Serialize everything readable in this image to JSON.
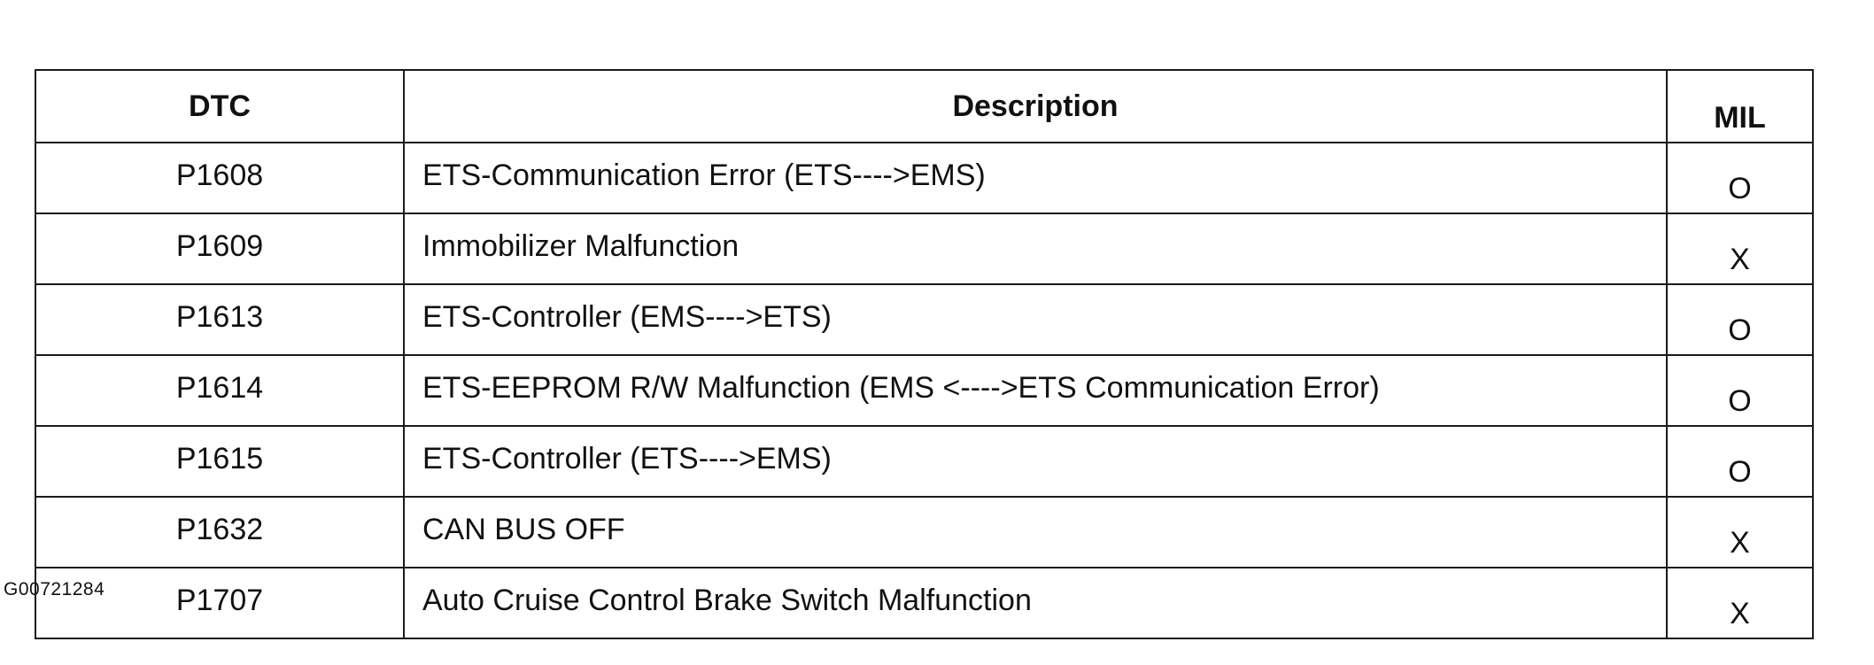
{
  "table": {
    "headers": {
      "dtc": "DTC",
      "description": "Description",
      "mil": "MIL"
    },
    "rows": [
      {
        "dtc": "P1608",
        "description": "ETS-Communication Error (ETS---->EMS)",
        "mil": "O"
      },
      {
        "dtc": "P1609",
        "description": "Immobilizer Malfunction",
        "mil": "X"
      },
      {
        "dtc": "P1613",
        "description": "ETS-Controller (EMS---->ETS)",
        "mil": "O"
      },
      {
        "dtc": "P1614",
        "description": "ETS-EEPROM R/W Malfunction (EMS <---->ETS Communication Error)",
        "mil": "O"
      },
      {
        "dtc": "P1615",
        "description": "ETS-Controller (ETS---->EMS)",
        "mil": "O"
      },
      {
        "dtc": "P1632",
        "description": "CAN BUS OFF",
        "mil": "X"
      },
      {
        "dtc": "P1707",
        "description": "Auto Cruise Control Brake Switch Malfunction",
        "mil": "X"
      }
    ]
  },
  "figure_id": "G00721284"
}
